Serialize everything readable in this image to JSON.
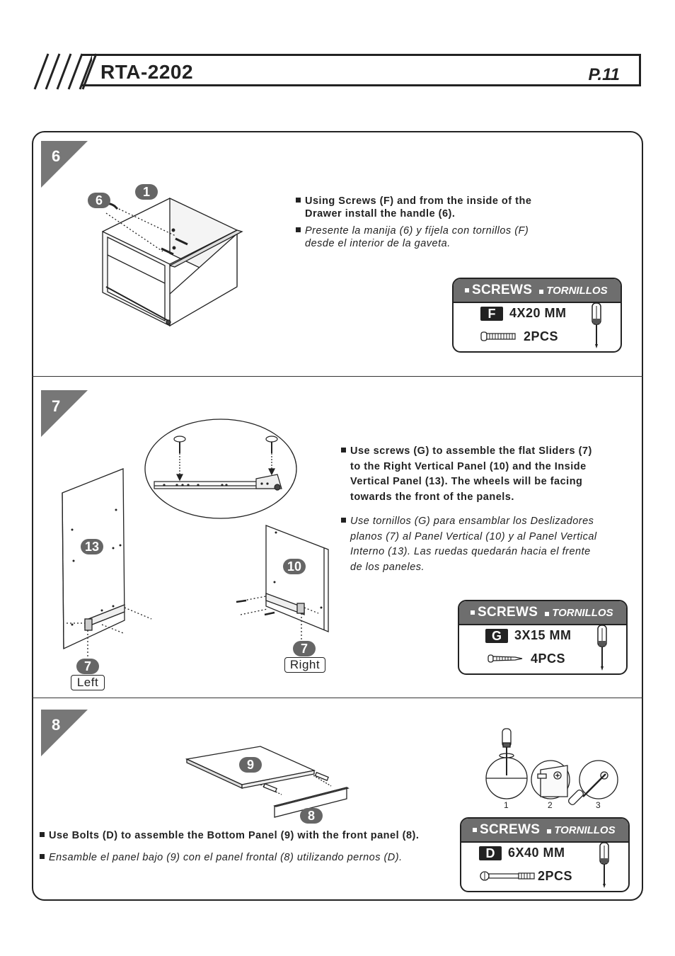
{
  "header": {
    "model": "RTA-2202",
    "page": "P.11"
  },
  "steps": [
    {
      "number": "6",
      "en": [
        "Using Screws (F) and from the inside of the",
        "Drawer install the handle (6)."
      ],
      "es": [
        "Presente la manija (6) y fíjela con tornillos (F)",
        "desde el interior de la gaveta."
      ],
      "callouts": [
        "6",
        "1"
      ]
    },
    {
      "number": "7",
      "en": [
        "Use screws (G) to assemble the flat Sliders (7)",
        "to the Right Vertical Panel (10) and the Inside",
        "Vertical Panel (13). The wheels will be facing",
        "towards the front of the panels."
      ],
      "es": [
        "Use tornillos (G) para ensamblar los Deslizadores",
        "planos (7) al Panel Vertical (10) y al Panel Vertical",
        "Interno (13). Las ruedas quedarán hacia el frente",
        "de los paneles."
      ],
      "callouts": [
        "13",
        "10",
        "7",
        "7"
      ],
      "left_label": "Left",
      "right_label": "Right"
    },
    {
      "number": "8",
      "en": "Use Bolts (D) to assemble the Bottom Panel (9) with  the front panel (8).",
      "es": "Ensamble el panel bajo (9) con el  panel frontal (8) utilizando pernos (D).",
      "callouts": [
        "9",
        "8"
      ],
      "detail_numbers": [
        "1",
        "2",
        "3"
      ]
    }
  ],
  "screw_boxes": [
    {
      "title": "SCREWS",
      "subtitle": "TORNILLOS",
      "letter": "F",
      "size": "4X20 MM",
      "qty": "2PCS"
    },
    {
      "title": "SCREWS",
      "subtitle": "TORNILLOS",
      "letter": "G",
      "size": "3X15 MM",
      "qty": "4PCS"
    },
    {
      "title": "SCREWS",
      "subtitle": "TORNILLOS",
      "letter": "D",
      "size": "6X40 MM",
      "qty": "2PCS"
    }
  ]
}
